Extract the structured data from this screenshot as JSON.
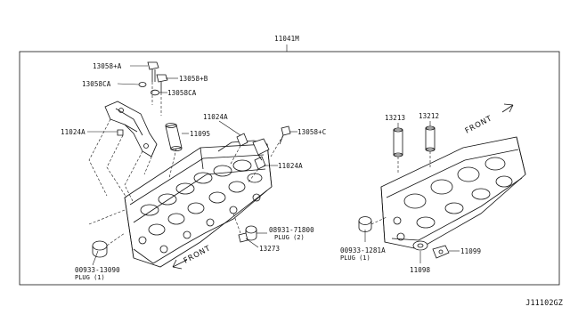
{
  "diagram": {
    "assembly_label": "11041M",
    "figure_id": "J11102GZ",
    "front_label_left": "FRONT",
    "front_label_right": "FRONT",
    "parts": {
      "p13058b_a": "13058+A",
      "p13058b_b": "13058+B",
      "p13058ca_1": "13058CA",
      "p13058ca_2": "13058CA",
      "p11024a_1": "11024A",
      "p11095": "11095",
      "p11024a_2": "11024A",
      "p13058c": "13058+C",
      "p11024a_3": "11024A",
      "p08931_line1": "08931-71800",
      "p08931_line2": "PLUG (2)",
      "p13273": "13273",
      "p00933_13090_line1": "00933-13090",
      "p00933_13090_line2": "PLUG (1)",
      "p13213": "13213",
      "p13212": "13212",
      "p00933_1281a_line1": "00933-1281A",
      "p00933_1281a_line2": "PLUG (1)",
      "p11098": "11098",
      "p11099": "11099"
    }
  }
}
